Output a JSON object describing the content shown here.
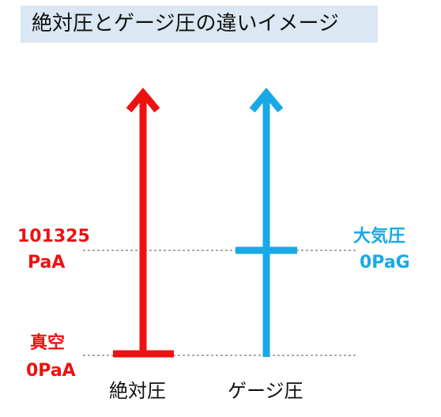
{
  "title": "絶対圧とゲージ圧の違いイメージ",
  "colors": {
    "absolute": "#ee1111",
    "gauge": "#19a8e6",
    "title_background": "#dbe7f2",
    "reference_line": "#555555"
  },
  "atmospheric": {
    "absolute_value": "101325",
    "absolute_unit": "PaA",
    "gauge_name": "大気圧",
    "gauge_value": "0PaG"
  },
  "vacuum": {
    "name": "真空",
    "absolute_value": "0PaA"
  },
  "axes": {
    "absolute_label": "絶対圧",
    "gauge_label": "ゲージ圧"
  }
}
